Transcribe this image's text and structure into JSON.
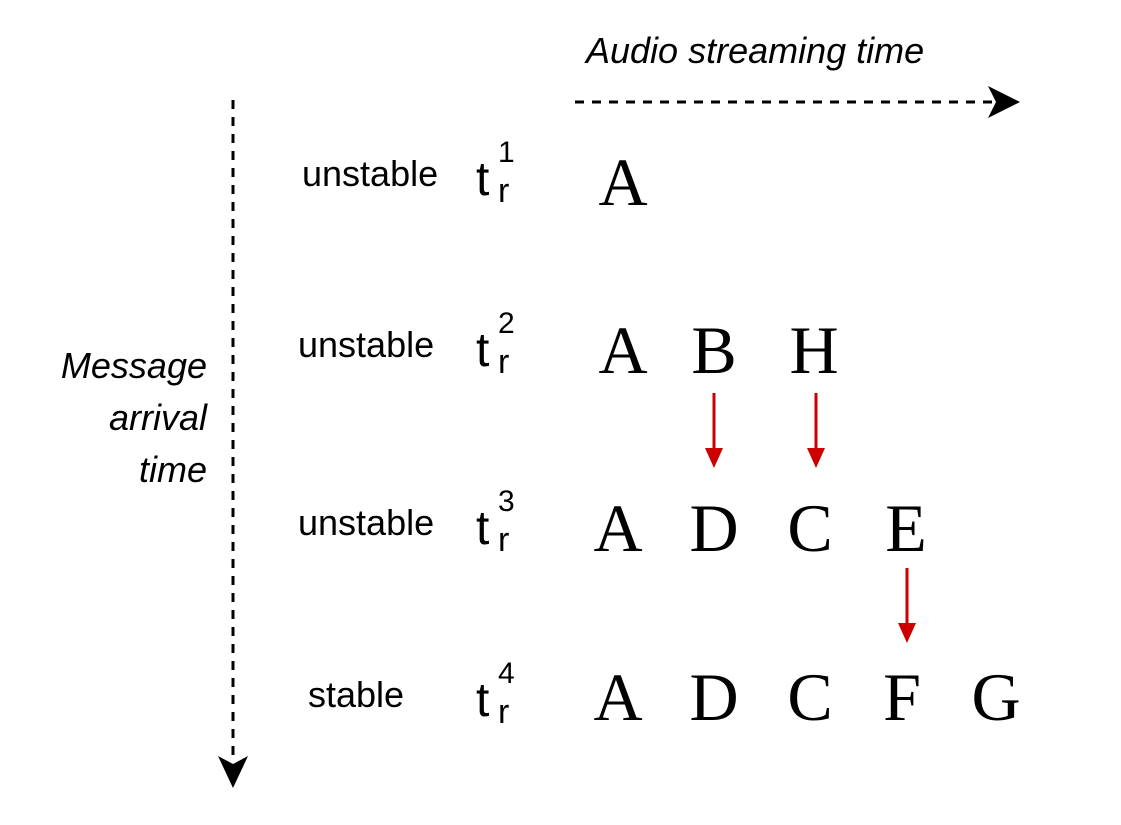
{
  "axes": {
    "horizontal_label": "Audio streaming time",
    "vertical_label_lines": [
      "Message",
      "arrival",
      "time"
    ]
  },
  "rows": [
    {
      "state": "unstable",
      "time_base": "t",
      "time_sub": "r",
      "time_sup": "1",
      "tokens": [
        "A"
      ]
    },
    {
      "state": "unstable",
      "time_base": "t",
      "time_sub": "r",
      "time_sup": "2",
      "tokens": [
        "A",
        "B",
        "H"
      ]
    },
    {
      "state": "unstable",
      "time_base": "t",
      "time_sub": "r",
      "time_sup": "3",
      "tokens": [
        "A",
        "D",
        "C",
        "E"
      ]
    },
    {
      "state": "stable",
      "time_base": "t",
      "time_sub": "r",
      "time_sup": "4",
      "tokens": [
        "A",
        "D",
        "C",
        "F",
        "G"
      ]
    }
  ],
  "changes": [
    {
      "from_row": 1,
      "to_row": 2,
      "column": 1
    },
    {
      "from_row": 1,
      "to_row": 2,
      "column": 2
    },
    {
      "from_row": 2,
      "to_row": 3,
      "column": 3
    }
  ],
  "colors": {
    "change_arrow": "#cc0000",
    "axis": "#000000"
  }
}
